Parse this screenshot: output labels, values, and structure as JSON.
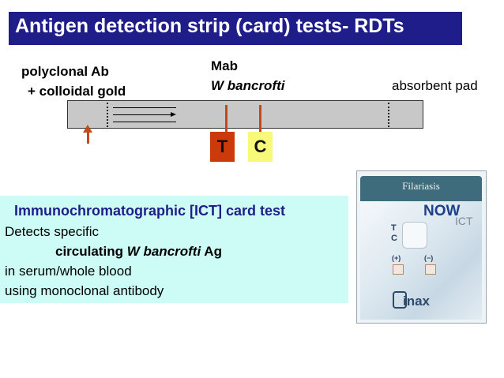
{
  "title": "Antigen detection strip (card) tests- RDTs",
  "labels": {
    "polyclonal_line1": "polyclonal Ab",
    "polyclonal_line2": "+ colloidal gold",
    "mab": "Mab",
    "species": "W bancrofti",
    "absorbent_pad": "absorbent pad",
    "t_band": "T",
    "c_band": "C"
  },
  "colors": {
    "title_bg": "#1f1d8a",
    "title_text": "#ffffff",
    "strip": "#c8c8c8",
    "test_line": "#c04a1a",
    "t_box": "#cc3a0c",
    "c_box": "#f8f87a",
    "ict_box": "#ccfcf5",
    "ict_heading": "#1f1d8a"
  },
  "ict": {
    "heading": "Immunochromatographic [ICT] card test",
    "line1": "Detects specific",
    "line2_bold": "circulating",
    "line2_italic": "W bancrofti",
    "line2_end": "Ag",
    "line3": "in serum/whole blood",
    "line4": "using monoclonal antibody"
  },
  "card": {
    "title": "Filariasis",
    "brand": "NOW",
    "brand_sub": "ICT",
    "t_mark": "T",
    "c_mark": "C",
    "plus": "(+)",
    "minus": "(−)",
    "logo": "inax"
  }
}
